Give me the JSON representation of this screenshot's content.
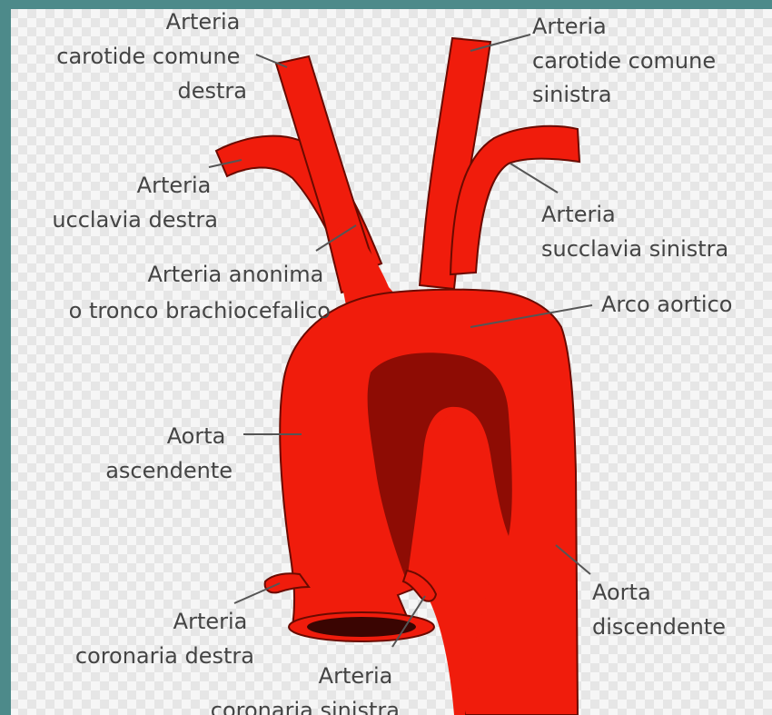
{
  "colors": {
    "frame": "#4d8a8a",
    "background_light": "#f6f6f6",
    "background_dark": "#e4e4e4",
    "artery_red": "#f01c0c",
    "artery_outline": "#6a0a00",
    "lumen_dark": "#8e0c04",
    "label_text": "#444444"
  },
  "labels": {
    "carotid_right": {
      "lines": [
        "Arteria",
        "carotide comune",
        "destra"
      ]
    },
    "carotid_left": {
      "lines": [
        "Arteria",
        "carotide comune",
        "sinistra"
      ]
    },
    "subclavian_right": {
      "lines": [
        "Arteria",
        "ucclavia destra"
      ]
    },
    "subclavian_left": {
      "lines": [
        "Arteria",
        "succlavia sinistra"
      ]
    },
    "anonymous": {
      "lines": [
        "Arteria anonima",
        "o tronco brachiocefalico"
      ]
    },
    "arch": {
      "lines": [
        "Arco aortico"
      ]
    },
    "ascending": {
      "lines": [
        "Aorta",
        "ascendente"
      ]
    },
    "descending": {
      "lines": [
        "Aorta",
        "discendente"
      ]
    },
    "coronary_right": {
      "lines": [
        "Arteria",
        "coronaria destra"
      ]
    },
    "coronary_left": {
      "lines": [
        "Arteria",
        "coronaria sinistra"
      ]
    }
  }
}
